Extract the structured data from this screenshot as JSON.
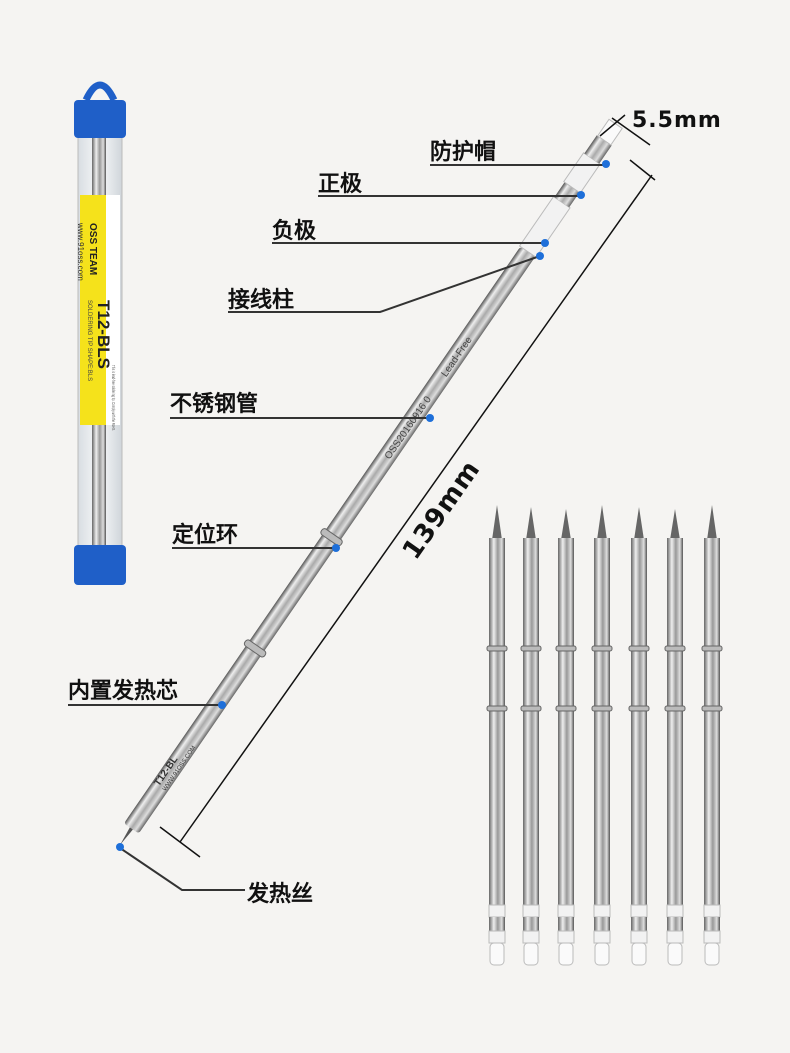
{
  "labels": {
    "cap": "防护帽",
    "positive": "正极",
    "negative": "负极",
    "terminal": "接线柱",
    "steel_tube": "不锈钢管",
    "locating_ring": "定位环",
    "heating_core": "内置发热芯",
    "heating_wire": "发热丝"
  },
  "dimensions": {
    "diameter": "5.5mm",
    "length": "139mm"
  },
  "package": {
    "brand": "OSS TEAM",
    "website": "www.91oss.com",
    "model": "T12-BLS",
    "shape": "SOLDERING TIP SHAPE:BLS",
    "note": "This is lead-free soldering tip. Comply with the RoHS."
  },
  "tip_print": {
    "model": "T12-BL",
    "website": "WWW.91OSS.COM",
    "serial": "OSS20160916 0",
    "leadfree": "Lead-Free"
  },
  "colors": {
    "accent": "#1e6fd9",
    "cap_blue": "#1f5fc8",
    "label_yellow": "#f5e21b"
  }
}
